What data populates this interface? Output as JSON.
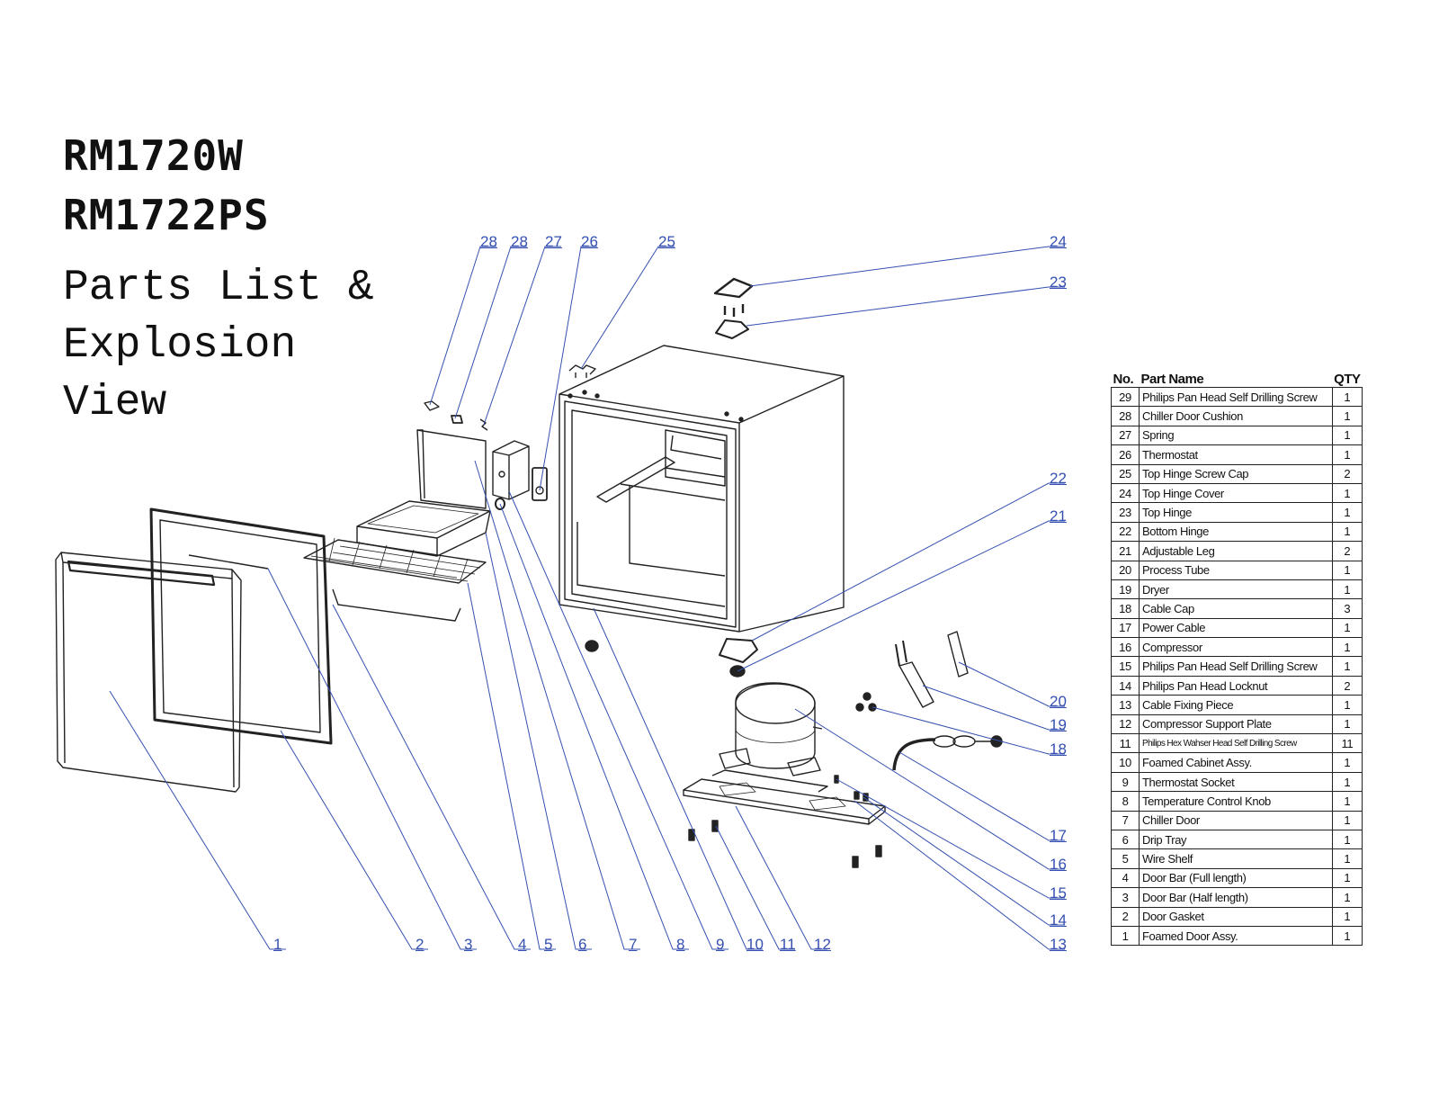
{
  "header": {
    "models": [
      "RM1720W",
      "RM1722PS"
    ],
    "subtitle_lines": [
      "Parts List &",
      "Explosion",
      "View"
    ]
  },
  "colors": {
    "callout": "#3550b0",
    "drawing": "#222222"
  },
  "callouts": [
    "1",
    "2",
    "3",
    "4",
    "5",
    "6",
    "7",
    "8",
    "9",
    "10",
    "11",
    "12",
    "13",
    "14",
    "15",
    "16",
    "17",
    "18",
    "19",
    "20",
    "21",
    "22",
    "23",
    "24",
    "25",
    "26",
    "27",
    "28",
    "28"
  ],
  "table": {
    "headers": {
      "no": "No.",
      "name": "Part Name",
      "qty": "QTY"
    },
    "rows": [
      {
        "no": "29",
        "name": "Philips Pan Head Self Drilling Screw",
        "qty": "1"
      },
      {
        "no": "28",
        "name": "Chiller Door Cushion",
        "qty": "1"
      },
      {
        "no": "27",
        "name": "Spring",
        "qty": "1"
      },
      {
        "no": "26",
        "name": "Thermostat",
        "qty": "1"
      },
      {
        "no": "25",
        "name": "Top Hinge Screw Cap",
        "qty": "2"
      },
      {
        "no": "24",
        "name": "Top Hinge Cover",
        "qty": "1"
      },
      {
        "no": "23",
        "name": "Top Hinge",
        "qty": "1"
      },
      {
        "no": "22",
        "name": "Bottom Hinge",
        "qty": "1"
      },
      {
        "no": "21",
        "name": "Adjustable Leg",
        "qty": "2"
      },
      {
        "no": "20",
        "name": "Process Tube",
        "qty": "1"
      },
      {
        "no": "19",
        "name": "Dryer",
        "qty": "1"
      },
      {
        "no": "18",
        "name": "Cable Cap",
        "qty": "3"
      },
      {
        "no": "17",
        "name": "Power Cable",
        "qty": "1"
      },
      {
        "no": "16",
        "name": "Compressor",
        "qty": "1"
      },
      {
        "no": "15",
        "name": "Philips Pan Head Self Drilling Screw",
        "qty": "1"
      },
      {
        "no": "14",
        "name": "Philips Pan Head Locknut",
        "qty": "2"
      },
      {
        "no": "13",
        "name": "Cable Fixing Piece",
        "qty": "1"
      },
      {
        "no": "12",
        "name": "Compressor Support Plate",
        "qty": "1"
      },
      {
        "no": "11",
        "name": "Philips Hex Wahser Head Self Drilling Screw",
        "qty": "11"
      },
      {
        "no": "10",
        "name": "Foamed Cabinet Assy.",
        "qty": "1"
      },
      {
        "no": "9",
        "name": "Thermostat Socket",
        "qty": "1"
      },
      {
        "no": "8",
        "name": "Temperature Control Knob",
        "qty": "1"
      },
      {
        "no": "7",
        "name": "Chiller Door",
        "qty": "1"
      },
      {
        "no": "6",
        "name": "Drip Tray",
        "qty": "1"
      },
      {
        "no": "5",
        "name": "Wire Shelf",
        "qty": "1"
      },
      {
        "no": "4",
        "name": "Door Bar (Full length)",
        "qty": "1"
      },
      {
        "no": "3",
        "name": "Door Bar (Half length)",
        "qty": "1"
      },
      {
        "no": "2",
        "name": "Door Gasket",
        "qty": "1"
      },
      {
        "no": "1",
        "name": "Foamed Door Assy.",
        "qty": "1"
      }
    ]
  }
}
